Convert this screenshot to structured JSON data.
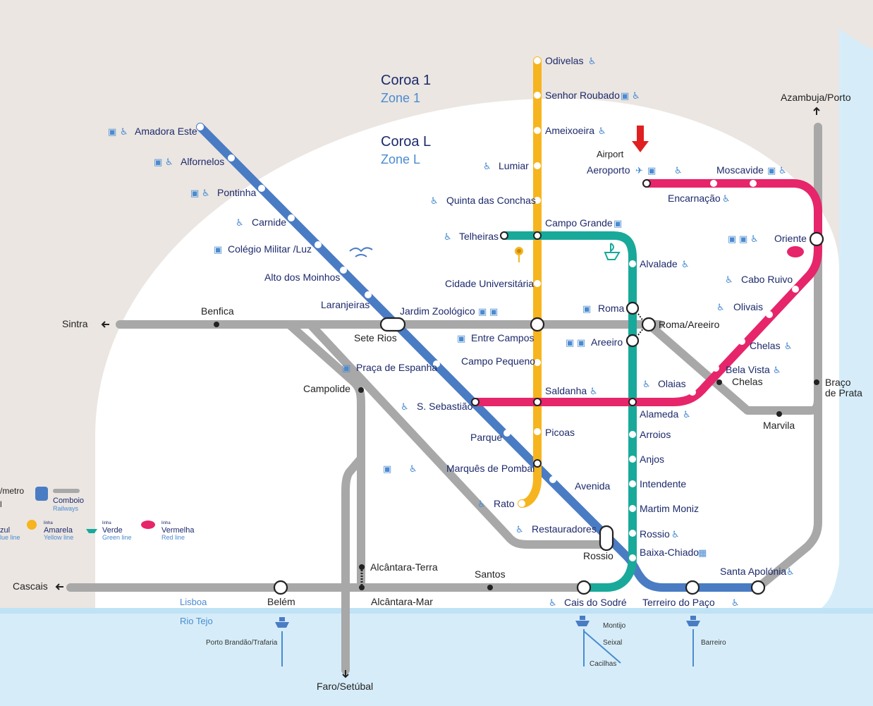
{
  "zones": {
    "coroa1": {
      "title": "Coroa 1",
      "subtitle": "Zone 1"
    },
    "coroaL": {
      "title": "Coroa L",
      "subtitle": "Zone L"
    }
  },
  "colors": {
    "blue": "#4a7cc4",
    "yellow": "#f6b51e",
    "green": "#19a99a",
    "red": "#e6256a",
    "rail": "#a8a8a8",
    "zone_outer": "#ebe6e2",
    "water": "#d6edf9",
    "station_text": "#1d2a6b"
  },
  "lines": {
    "blue": {
      "stations": [
        "Amadora Este",
        "Alfornelos",
        "Pontinha",
        "Carnide",
        "Colégio Militar /Luz",
        "Alto dos Moinhos",
        "Laranjeiras",
        "Jardim Zoológico",
        "Praça de Espanha",
        "S. Sebastião",
        "Parque",
        "Marquês de Pombal",
        "Avenida",
        "Restauradores",
        "Baixa-Chiado",
        "Terreiro do Paço",
        "Santa Apolónia"
      ]
    },
    "yellow": {
      "stations": [
        "Odivelas",
        "Senhor Roubado",
        "Ameixoeira",
        "Lumiar",
        "Quinta das Conchas",
        "Campo Grande",
        "Cidade Universitária",
        "Entre Campos",
        "Campo Pequeno",
        "Saldanha",
        "Picoas",
        "Marquês de Pombal",
        "Rato"
      ]
    },
    "green": {
      "stations": [
        "Telheiras",
        "Campo Grande",
        "Alvalade",
        "Roma",
        "Areeiro",
        "Alameda",
        "Arroios",
        "Anjos",
        "Intendente",
        "Martim Moniz",
        "Rossio",
        "Baixa-Chiado",
        "Cais do Sodré"
      ]
    },
    "red": {
      "stations": [
        "Aeroporto",
        "Encarnação",
        "Moscavide",
        "Oriente",
        "Cabo Ruivo",
        "Olivais",
        "Chelas",
        "Bela Vista",
        "Olaias",
        "Alameda",
        "Saldanha",
        "S. Sebastião"
      ]
    }
  },
  "labels": {
    "amadora_este": "Amadora Este",
    "alfornelos": "Alfornelos",
    "pontinha": "Pontinha",
    "carnide": "Carnide",
    "colegio_militar": "Colégio Militar /Luz",
    "alto_dos_moinhos": "Alto dos Moinhos",
    "laranjeiras": "Laranjeiras",
    "jardim_zoologico": "Jardim Zoológico",
    "praca_espanha": "Praça de Espanha",
    "s_sebastiao": "S. Sebastião",
    "parque": "Parque",
    "marques_pombal": "Marquês de Pombal",
    "avenida": "Avenida",
    "restauradores": "Restauradores",
    "baixa_chiado": "Baixa-Chiado",
    "terreiro_paco": "Terreiro do Paço",
    "santa_apolonia": "Santa Apolónia",
    "odivelas": "Odivelas",
    "senhor_roubado": "Senhor Roubado",
    "ameixoeira": "Ameixoeira",
    "lumiar": "Lumiar",
    "quinta_conchas": "Quinta das Conchas",
    "campo_grande": "Campo Grande",
    "cidade_universitaria": "Cidade Universitária",
    "entre_campos": "Entre Campos",
    "campo_pequeno": "Campo Pequeno",
    "saldanha": "Saldanha",
    "picoas": "Picoas",
    "rato": "Rato",
    "telheiras": "Telheiras",
    "alvalade": "Alvalade",
    "roma": "Roma",
    "areeiro": "Areeiro",
    "alameda": "Alameda",
    "arroios": "Arroios",
    "anjos": "Anjos",
    "intendente": "Intendente",
    "martim_moniz": "Martim Moniz",
    "rossio_m": "Rossio",
    "cais_sodre": "Cais do Sodré",
    "airport": "Airport",
    "aeroporto": "Aeroporto",
    "encarnacao": "Encarnação",
    "moscavide": "Moscavide",
    "oriente": "Oriente",
    "cabo_ruivo": "Cabo Ruivo",
    "olivais": "Olivais",
    "chelas": "Chelas",
    "bela_vista": "Bela Vista",
    "olaias": "Olaias",
    "sintra": "Sintra",
    "benfica": "Benfica",
    "sete_rios": "Sete Rios",
    "roma_areeiro": "Roma/Areeiro",
    "campolide": "Campolide",
    "chelas_rail": "Chelas",
    "marvila": "Marvila",
    "braco": "Braço",
    "de_prata": "de Prata",
    "azambuja": "Azambuja/Porto",
    "cascais": "Cascais",
    "belem": "Belém",
    "alcantara_terra": "Alcântara-Terra",
    "alcantara_mar": "Alcântara-Mar",
    "santos": "Santos",
    "rossio_rail": "Rossio",
    "faro": "Faro/Setúbal",
    "lisboa": "Lisboa",
    "rio_tejo": "Rio Tejo",
    "porto_brandao": "Porto Brandão/Trafaria",
    "montijo": "Montijo",
    "seixal": "Seixal",
    "cacilhas": "Cacilhas",
    "barreiro": "Barreiro"
  },
  "legend": {
    "left_top": "/metro",
    "left_mid": "l",
    "comboio": "Comboio",
    "comboio_sub": "Railways",
    "linha": "linha",
    "azul": "zul",
    "azul_sub": "lue line",
    "amarela": "Amarela",
    "amarela_sub": "Yellow line",
    "verde": "Verde",
    "verde_sub": "Green line",
    "vermelha": "Vermelha",
    "vermelha_sub": "Red line"
  },
  "icons": {
    "accessibility": "wheelchair-icon",
    "bus": "bus-icon",
    "train": "train-icon",
    "airplane": "airplane-icon",
    "ferry": "ferry-icon",
    "info": "info-icon"
  }
}
